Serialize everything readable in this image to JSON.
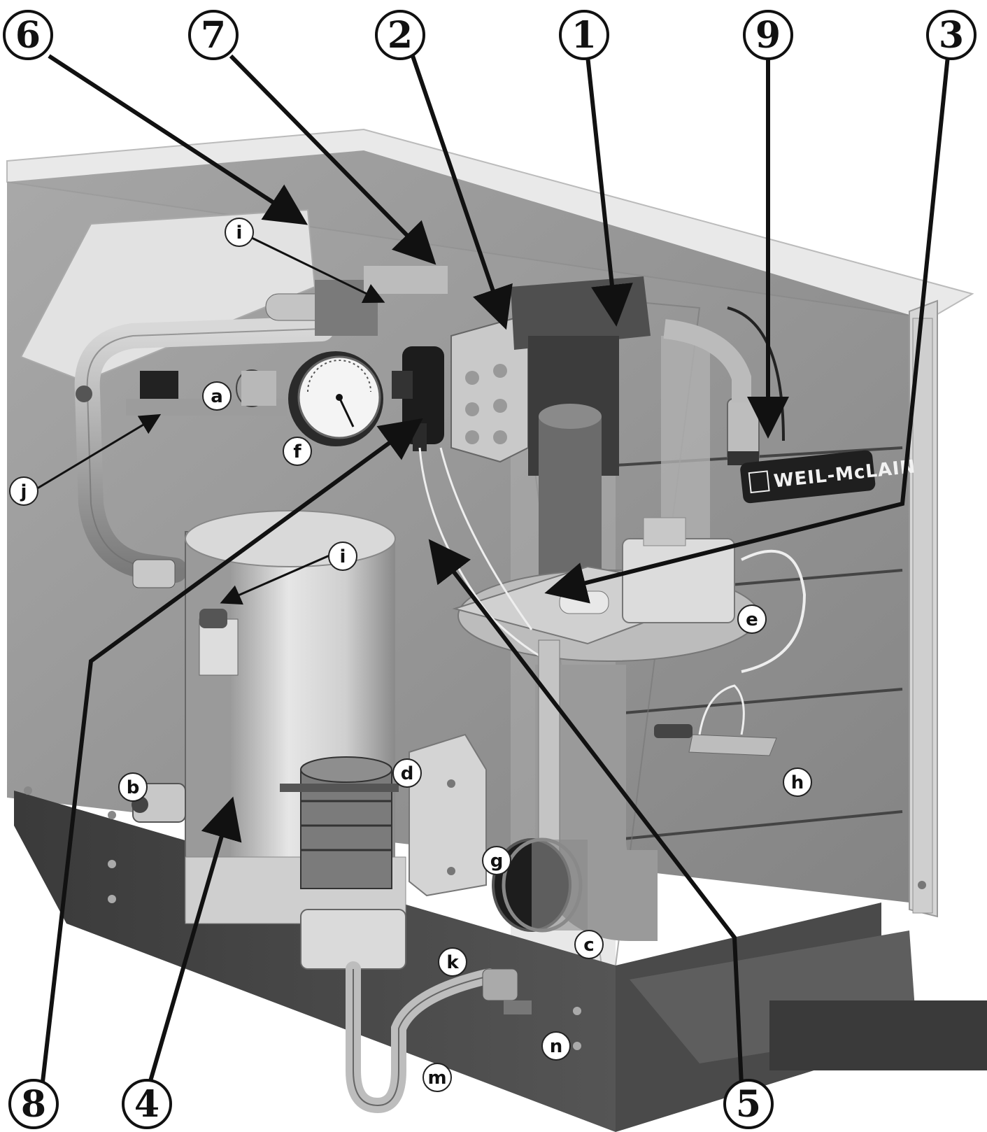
{
  "logo": {
    "text": "WEIL-McLAIN"
  },
  "callouts_numbered": [
    "6",
    "7",
    "2",
    "1",
    "9",
    "3",
    "8",
    "4",
    "5"
  ],
  "callouts_lettered": [
    "i",
    "a",
    "j",
    "f",
    "i",
    "e",
    "b",
    "d",
    "h",
    "g",
    "c",
    "k",
    "n",
    "m"
  ]
}
